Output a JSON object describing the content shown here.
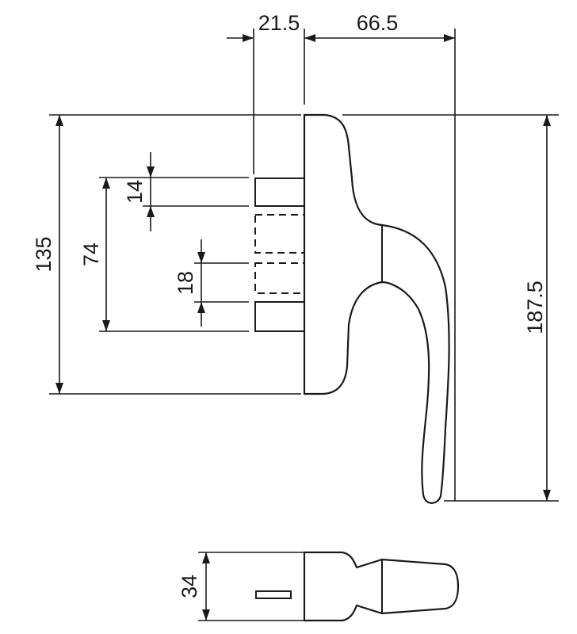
{
  "dimensions": {
    "top_left_width": "21.5",
    "top_right_width": "66.5",
    "overall_plate_height": "135",
    "spindle_spacing_span": "74",
    "upper_slot_height": "14",
    "middle_slot_height": "18",
    "overall_handle_height": "187.5",
    "side_view_height": "34"
  },
  "colors": {
    "line": "#1a1a1a",
    "background": "#ffffff"
  }
}
